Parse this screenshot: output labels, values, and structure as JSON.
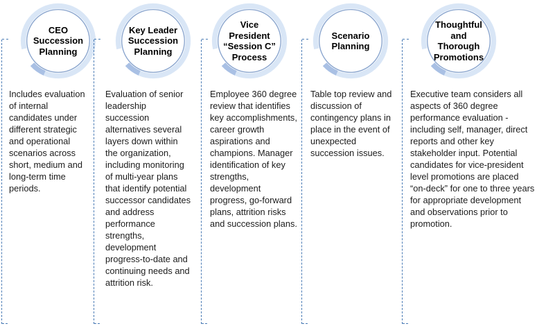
{
  "figure": {
    "type": "five-pillar succession planning diagram",
    "background": "#ffffff"
  },
  "colors": {
    "ring_thin": "#86a2cc",
    "arc_light": "#d9e6f6",
    "arc_accent": "#a9c0e4",
    "dashed_line": "#4a7bb5",
    "title_text": "#000000",
    "body_text": "#1c1c1c"
  },
  "columns": [
    {
      "title": "CEO\nSuccession\nPlanning",
      "description": "Includes evaluation of internal candidates under different strategic and operational scenarios across short, medium and long-term time periods."
    },
    {
      "title": "Key Leader\nSuccession\nPlanning",
      "description": "Evaluation of senior leadership succession alternatives several layers down within the organization, including monitoring of multi-year plans that identify potential successor candidates and address performance strengths, development progress-to-date and continuing needs and attrition risk."
    },
    {
      "title": "Vice\nPresident\n“Session C”\nProcess",
      "description": "Employee 360 degree review that identifies key accomplishments, career growth aspirations and champions. Manager identification of key strengths, development progress, go-forward plans, attrition risks and succession plans."
    },
    {
      "title": "Scenario\nPlanning",
      "description": "Table top review and discussion of contingency plans in place in the event of unexpected succession issues."
    },
    {
      "title": "Thoughtful\nand\nThorough\nPromotions",
      "description": "Executive team considers all aspects of 360 degree performance evaluation - including self, manager, direct reports and other key stakeholder input. Potential candidates for vice-president level promotions are placed “on-deck” for one to three years for appropriate development and observations prior to promotion."
    }
  ]
}
